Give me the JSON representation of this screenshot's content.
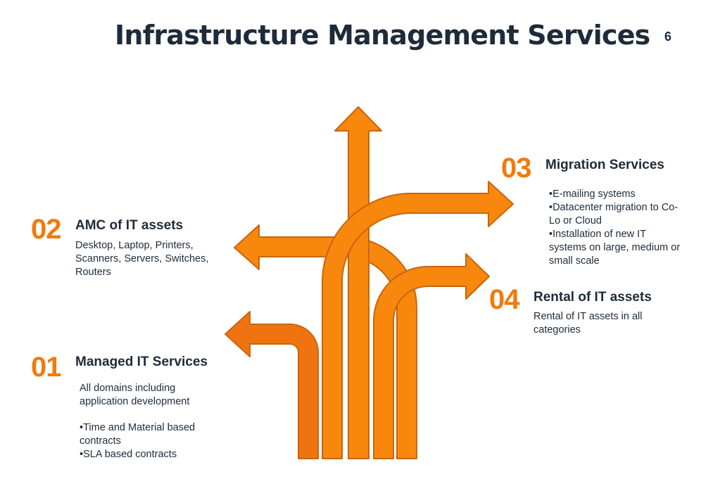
{
  "slide": {
    "title": "Infrastructure Management Services",
    "page_number": "6"
  },
  "colors": {
    "arrow_fill": "#f8870e",
    "arrow_fill_dark": "#ef7410",
    "arrow_stroke": "#c8650c",
    "number_color": "#f07b0c",
    "text_color": "#1e2b3a"
  },
  "items": [
    {
      "number": "01",
      "heading": "Managed IT Services",
      "lines": [
        "All domains including",
        "application development",
        "",
        "•Time and Material based",
        "contracts",
        "•SLA based contracts"
      ]
    },
    {
      "number": "02",
      "heading": "AMC of IT assets",
      "lines": [
        "Desktop, Laptop, Printers,",
        "Scanners, Servers, Switches,",
        "Routers"
      ]
    },
    {
      "number": "03",
      "heading": "Migration Services",
      "lines": [
        "•E-mailing systems",
        "•Datacenter migration to Co-",
        "Lo or Cloud",
        "•Installation of new IT",
        "systems on large, medium or",
        "small scale"
      ]
    },
    {
      "number": "04",
      "heading": "Rental of IT assets",
      "lines": [
        "Rental of IT assets in all",
        "categories"
      ]
    }
  ]
}
